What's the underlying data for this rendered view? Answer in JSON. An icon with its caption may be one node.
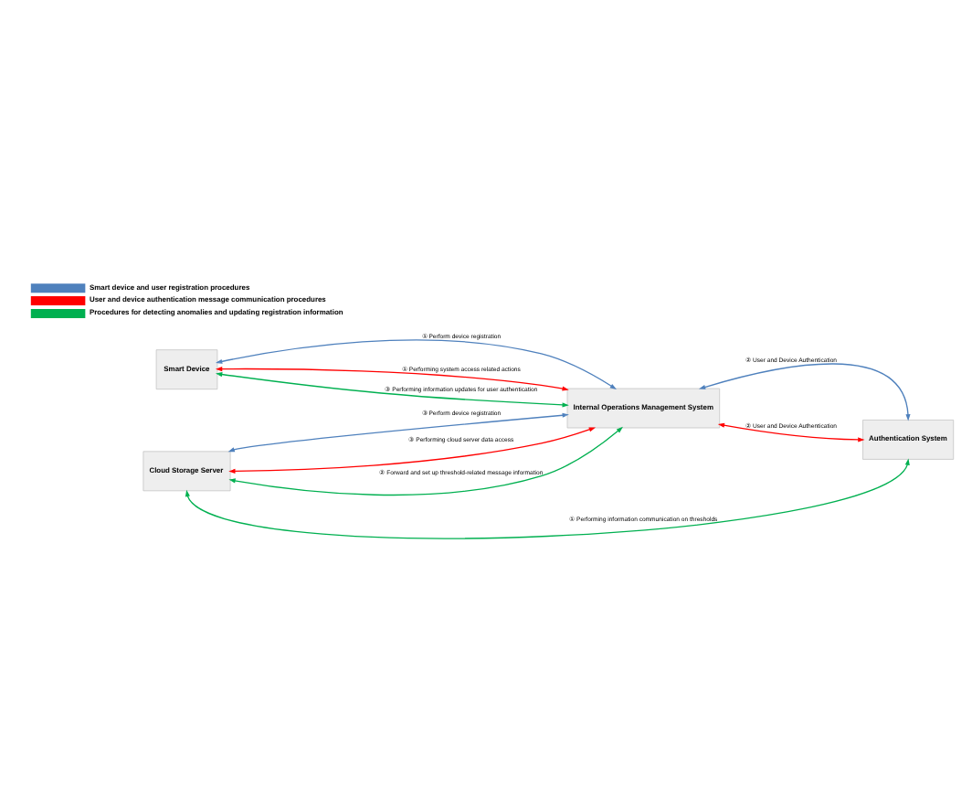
{
  "diagram": {
    "nodes": [
      {
        "text": [
          "Smart Device"
        ]
      },
      {
        "text": [
          "Internal Operations Management System"
        ]
      },
      {
        "text": [
          "Cloud Storage Server"
        ]
      },
      {
        "text": [
          "Authentication System"
        ]
      }
    ],
    "edges": [
      {
        "from": 0,
        "to": 1,
        "arrow": "both",
        "color": "#4f81bd",
        "label": "① Perform device registration"
      },
      {
        "from": 0,
        "to": 1,
        "arrow": "both",
        "color": "#ff0000",
        "label": "① Performing system access related actions"
      },
      {
        "from": 0,
        "to": 1,
        "arrow": "both",
        "color": "#00b050",
        "label": "③ Performing information updates for user authentication"
      },
      {
        "from": 2,
        "to": 1,
        "arrow": "both",
        "color": "#4f81bd",
        "label": "③ Perform device registration"
      },
      {
        "from": 2,
        "to": 1,
        "arrow": "both",
        "color": "#ff0000",
        "label": "③ Performing cloud server data access"
      },
      {
        "from": 2,
        "to": 1,
        "arrow": "both",
        "color": "#00b050",
        "label": "② Forward and set up threshold-related message information"
      },
      {
        "from": 1,
        "to": 3,
        "arrow": "both",
        "color": "#4f81bd",
        "label": "② User and Device Authentication"
      },
      {
        "from": 1,
        "to": 3,
        "arrow": "both",
        "color": "#ff0000",
        "label": "② User and Device Authentication"
      },
      {
        "from": 2,
        "to": 3,
        "arrow": "both",
        "color": "#00b050",
        "label": "① Performing information communication on thresholds"
      }
    ],
    "legend": [
      {
        "text": "Smart device and user registration procedures",
        "color": "#4f81bd"
      },
      {
        "text": "User and device authentication message communication procedures",
        "color": "#ff0000"
      },
      {
        "text": "Procedures for detecting anomalies and updating registration information",
        "color": "#00b050"
      }
    ]
  }
}
